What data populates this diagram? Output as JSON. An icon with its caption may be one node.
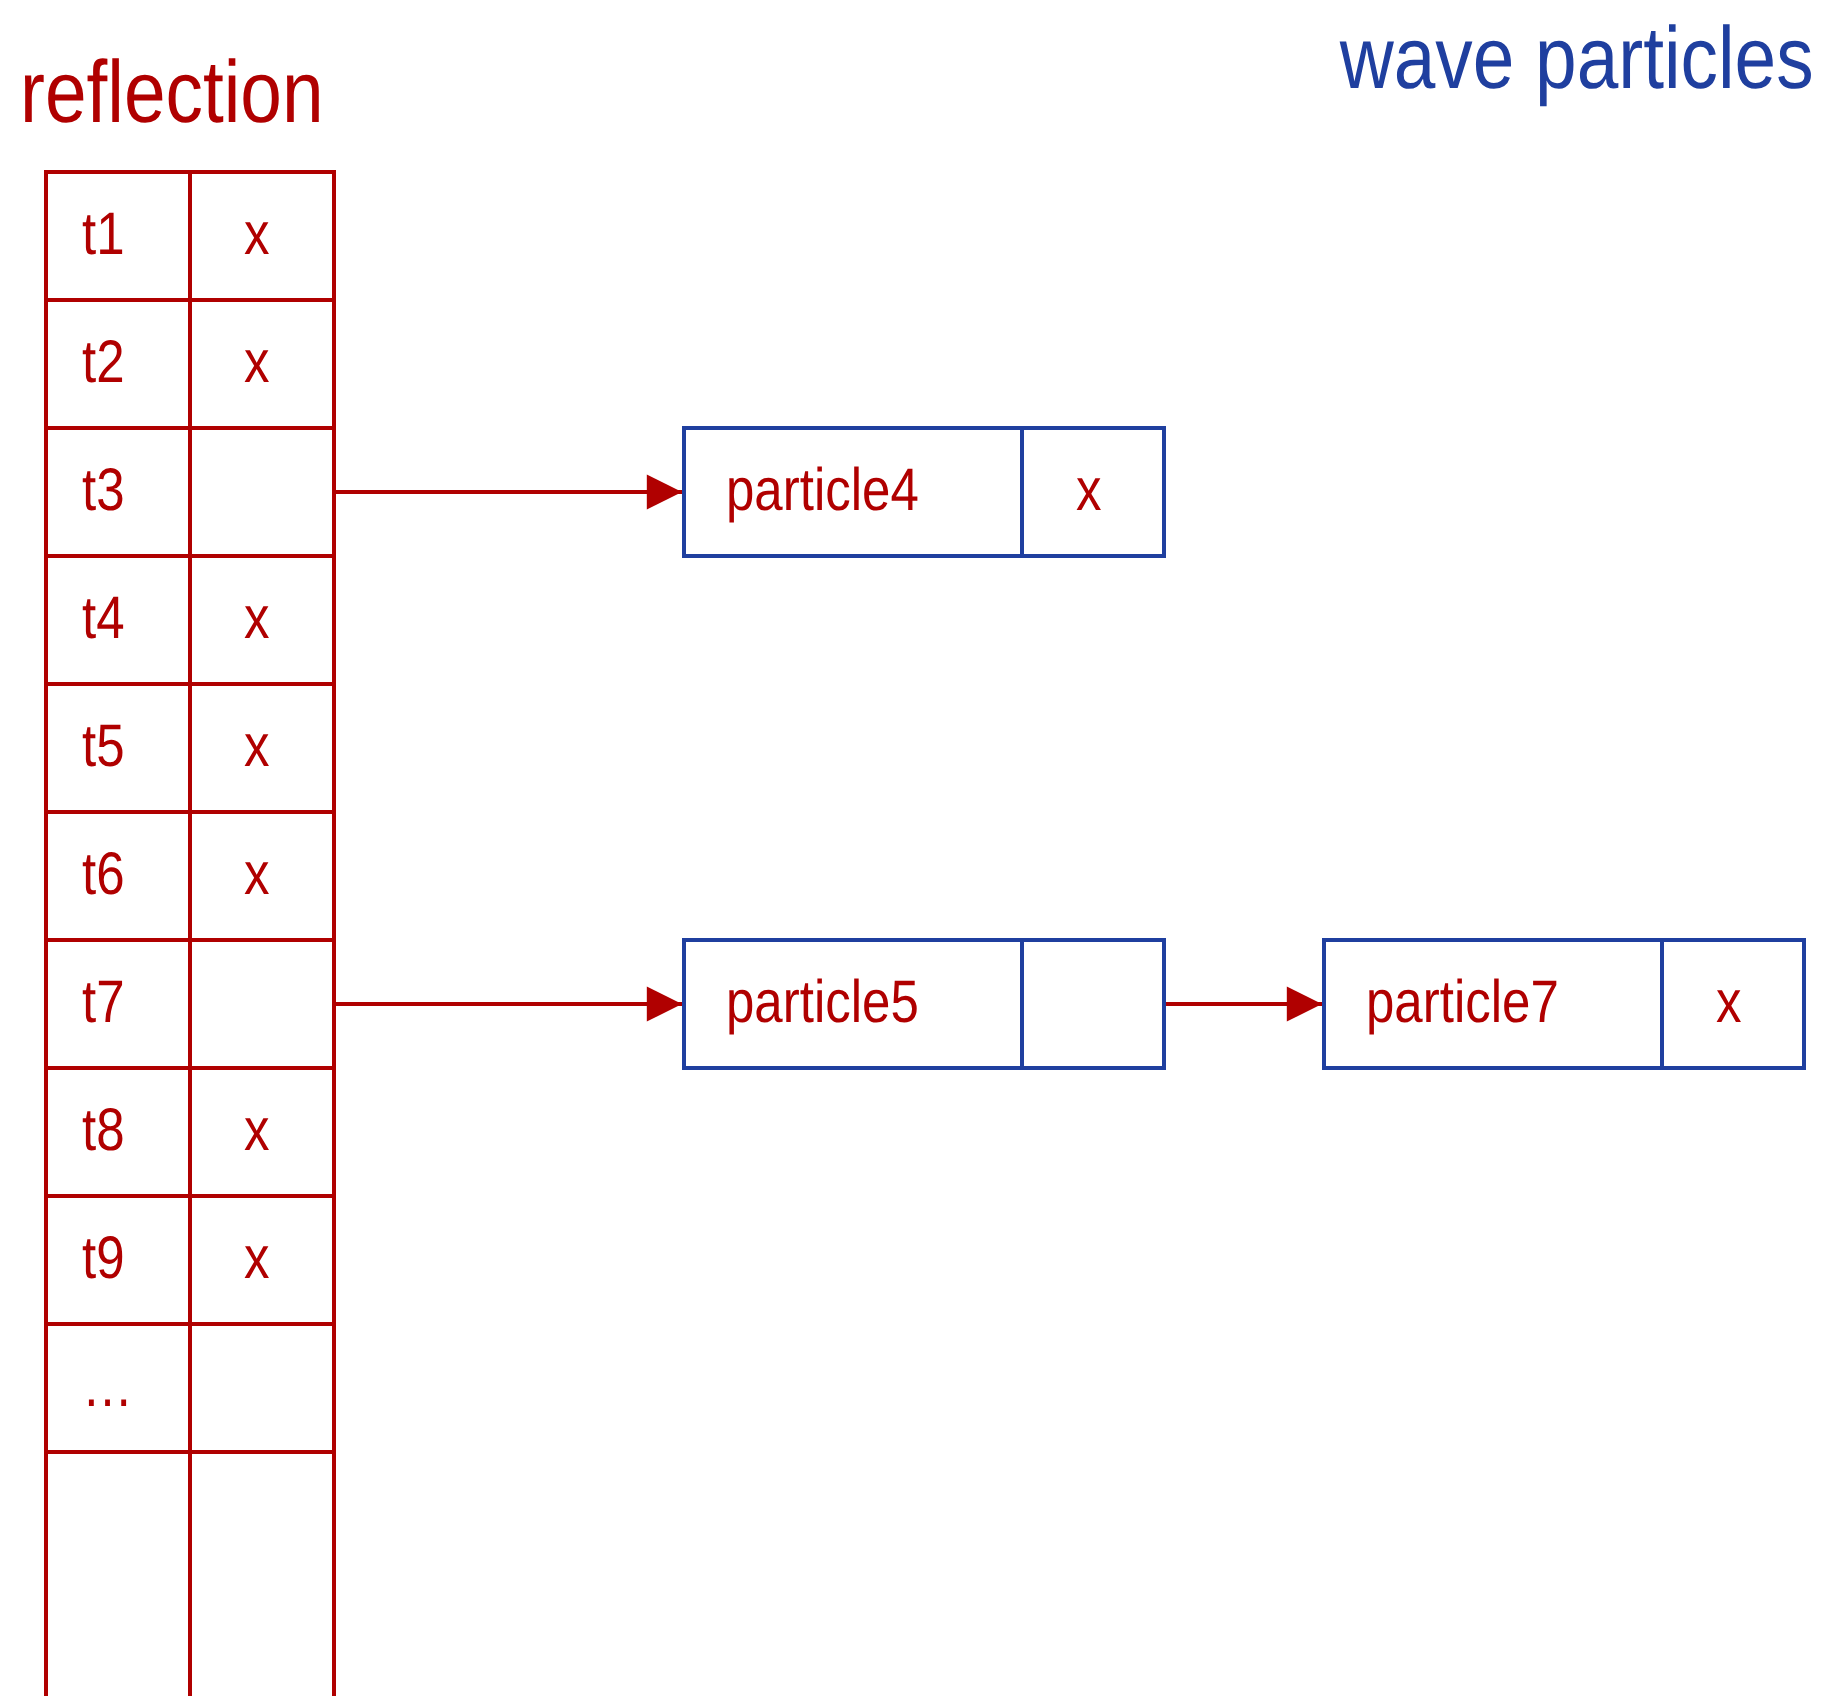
{
  "diagram": {
    "nodes": [
      {
        "text": [
          "reflection"
        ]
      },
      {
        "text": [
          "t1"
        ],
        "in": 0
      },
      {
        "text": [
          "x"
        ],
        "in": 0
      },
      {
        "text": [
          "t2"
        ],
        "in": 0
      },
      {
        "text": [
          "x"
        ],
        "in": 0
      },
      {
        "text": [
          "t3"
        ],
        "in": 0
      },
      {
        "text": [],
        "shape": "box",
        "in": 0
      },
      {
        "text": [
          "t4"
        ],
        "in": 0
      },
      {
        "text": [
          "x"
        ],
        "in": 0
      },
      {
        "text": [
          "t5"
        ],
        "in": 0
      },
      {
        "text": [
          "x"
        ],
        "in": 0
      },
      {
        "text": [
          "t6"
        ],
        "in": 0
      },
      {
        "text": [
          "x"
        ],
        "in": 0
      },
      {
        "text": [
          "t7"
        ],
        "in": 0
      },
      {
        "text": [],
        "shape": "box",
        "in": 0
      },
      {
        "text": [
          "t8"
        ],
        "in": 0
      },
      {
        "text": [
          "x"
        ],
        "in": 0
      },
      {
        "text": [
          "t9"
        ],
        "in": 0
      },
      {
        "text": [
          "x"
        ],
        "in": 0
      },
      {
        "text": [
          "…"
        ],
        "in": 0
      },
      {
        "text": [],
        "shape": "box",
        "in": 0
      },
      {
        "text": [],
        "shape": "box",
        "in": 0
      },
      {
        "text": [],
        "shape": "box",
        "in": 0
      },
      {
        "text": [
          "particle4"
        ]
      },
      {
        "text": [
          "x"
        ]
      },
      {
        "text": [
          "particle5"
        ]
      },
      {
        "text": [],
        "shape": "box"
      },
      {
        "text": [
          "particle7"
        ]
      },
      {
        "text": [
          "x"
        ]
      }
    ],
    "edges": [
      {
        "from": 6,
        "to": 23,
        "arrow": "to"
      },
      {
        "from": 14,
        "to": 25,
        "arrow": "to"
      },
      {
        "from": 26,
        "to": 27,
        "arrow": "to"
      }
    ],
    "labels": [
      "wave particles"
    ]
  }
}
